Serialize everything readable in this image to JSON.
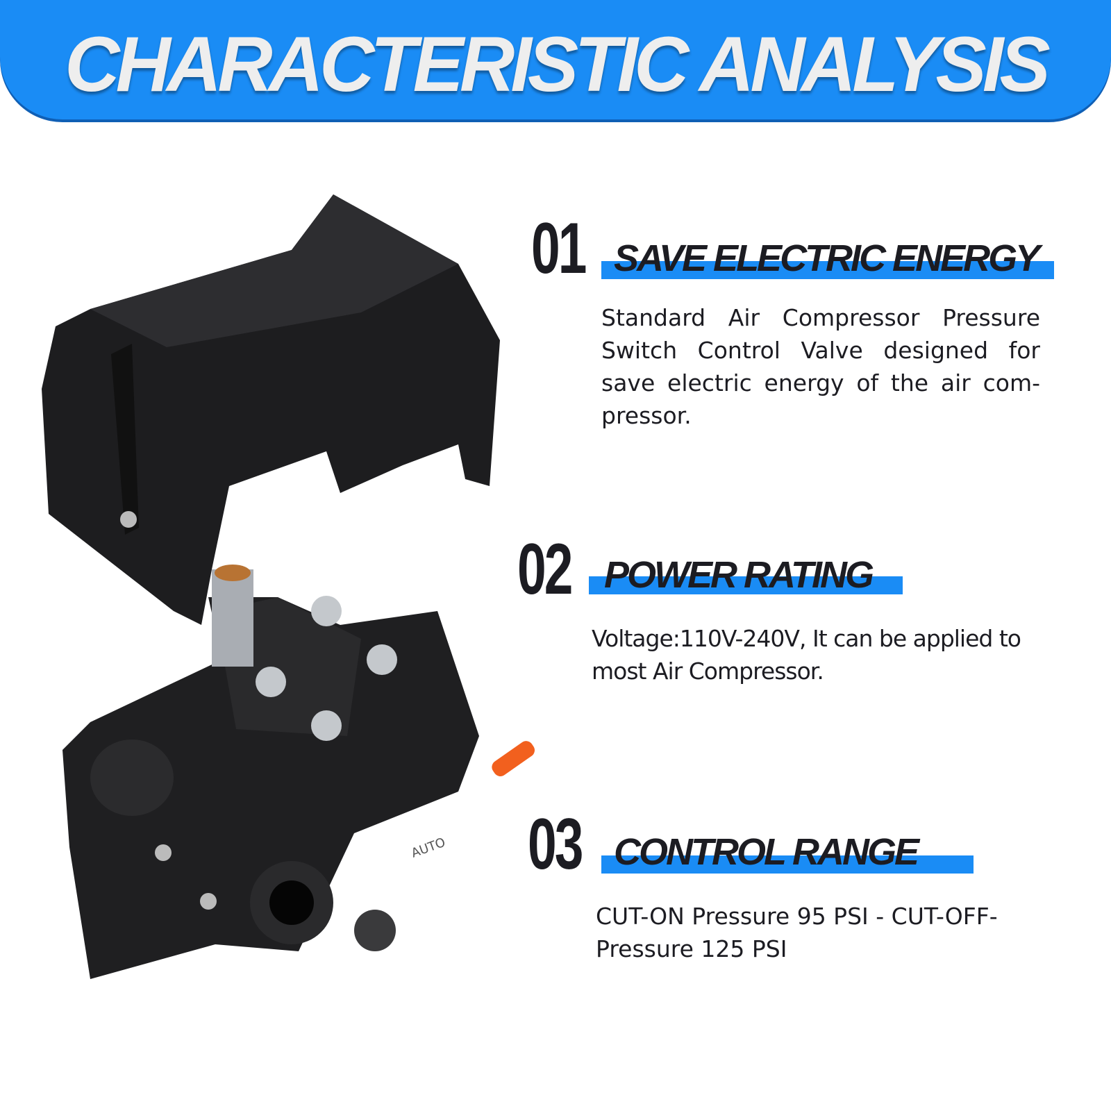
{
  "header": {
    "title": "CHARACTERISTIC ANALYSIS"
  },
  "features": [
    {
      "number": "01",
      "title": "SAVE ELECTRIC ENERGY",
      "text": "Standard Air Compressor Pressure Switch Control Valve designed for save electric energy of the air com-pressor."
    },
    {
      "number": "02",
      "title": "POWER RATING",
      "text": "Voltage:110V-240V, It can be applied to most Air Compressor."
    },
    {
      "number": "03",
      "title": "CONTROL RANGE",
      "text": "CUT-ON Pressure 95 PSI - CUT-OFF-Pressure 125 PSI"
    }
  ],
  "product_labels": {
    "switch_position": "AUTO"
  },
  "colors": {
    "accent": "#1a8cf5",
    "text": "#1c1c22",
    "lever": "#f2601e"
  }
}
